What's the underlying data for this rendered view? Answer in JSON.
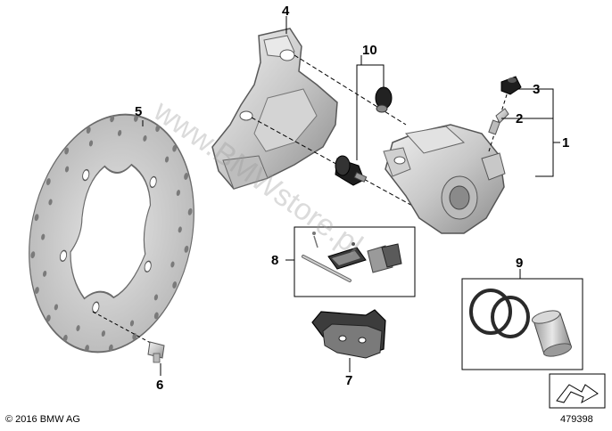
{
  "diagram": {
    "callouts": {
      "c1": "1",
      "c2": "2",
      "c3": "3",
      "c4": "4",
      "c5": "5",
      "c6": "6",
      "c7": "7",
      "c8": "8",
      "c9": "9",
      "c10": "10"
    },
    "watermark": "www.BMWstore.pl",
    "copyright": "© 2016 BMW AG",
    "reference_number": "479398"
  }
}
